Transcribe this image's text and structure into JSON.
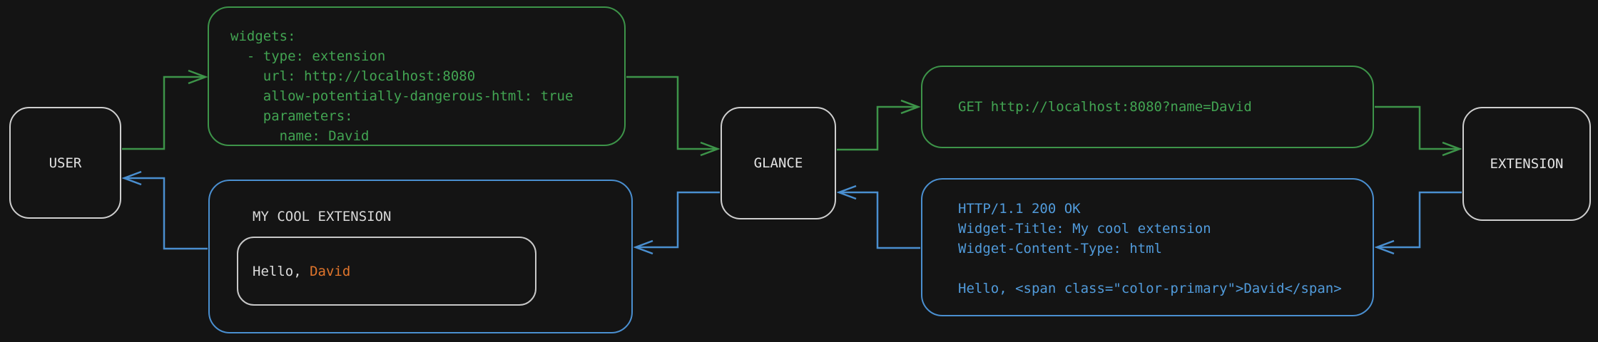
{
  "diagram": {
    "nodes": {
      "user": {
        "label": "USER"
      },
      "glance": {
        "label": "GLANCE"
      },
      "extension": {
        "label": "EXTENSION"
      }
    },
    "messages": {
      "config_yaml": {
        "lines": [
          "widgets:",
          "  - type: extension",
          "    url: http://localhost:8080",
          "    allow-potentially-dangerous-html: true",
          "    parameters:",
          "      name: David"
        ]
      },
      "http_request": {
        "text": "GET http://localhost:8080?name=David"
      },
      "http_response": {
        "lines": [
          "HTTP/1.1 200 OK",
          "Widget-Title: My cool extension",
          "Widget-Content-Type: html",
          "",
          "Hello, <span class=\"color-primary\">David</span>"
        ]
      },
      "rendered_widget": {
        "title": "MY COOL EXTENSION",
        "greeting_prefix": "Hello, ",
        "greeting_name": "David"
      }
    },
    "colors": {
      "background": "#141414",
      "request_green": "#3d9449",
      "request_green_text": "#42a452",
      "response_blue": "#4a8fd0",
      "response_blue_text": "#519bdb",
      "accent_orange": "#e0752c",
      "node_border": "#cfcfcf"
    }
  }
}
